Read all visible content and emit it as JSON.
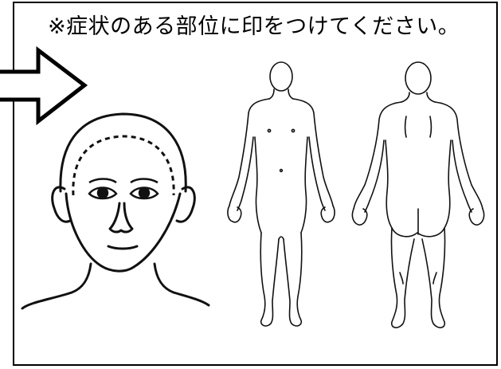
{
  "instruction_text": "※症状のある部位に印をつけてください。",
  "icons": {
    "pointer": "right-arrow-icon",
    "face": "face-diagram",
    "body_front": "body-front-diagram",
    "body_back": "body-back-diagram"
  }
}
